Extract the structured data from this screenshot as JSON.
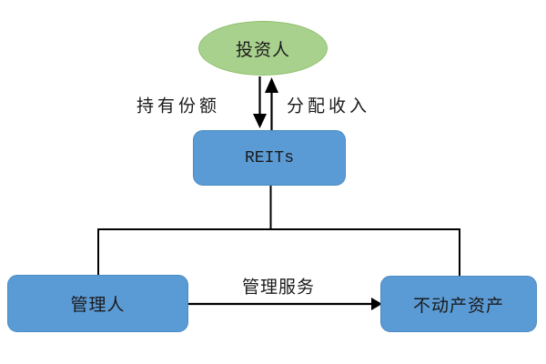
{
  "diagram": {
    "type": "flowchart",
    "background": "#ffffff",
    "colors": {
      "node_blue_fill": "#5B9BD5",
      "node_blue_border": "#4A8BC2",
      "node_green_fill": "#A9D18E",
      "node_green_border": "#8FC06C",
      "line": "#000000",
      "text": "#1A1A1A"
    },
    "nodes": {
      "investor": {
        "label": "投资人",
        "shape": "ellipse"
      },
      "reits": {
        "label": "REITs",
        "shape": "rounded-rect"
      },
      "manager": {
        "label": "管理人",
        "shape": "rounded-rect"
      },
      "assets": {
        "label": "不动产资产",
        "shape": "rounded-rect"
      }
    },
    "edges": {
      "hold_shares": {
        "label": "持有份额",
        "from": "investor",
        "to": "reits",
        "arrow": "down"
      },
      "distribute_income": {
        "label": "分配收入",
        "from": "reits",
        "to": "investor",
        "arrow": "up"
      },
      "management_service": {
        "label": "管理服务",
        "from": "manager",
        "to": "assets",
        "arrow": "right"
      },
      "reits_to_manager": {
        "label": "",
        "from": "reits",
        "to": "manager",
        "arrow": "none"
      },
      "reits_to_assets": {
        "label": "",
        "from": "reits",
        "to": "assets",
        "arrow": "none"
      }
    }
  }
}
